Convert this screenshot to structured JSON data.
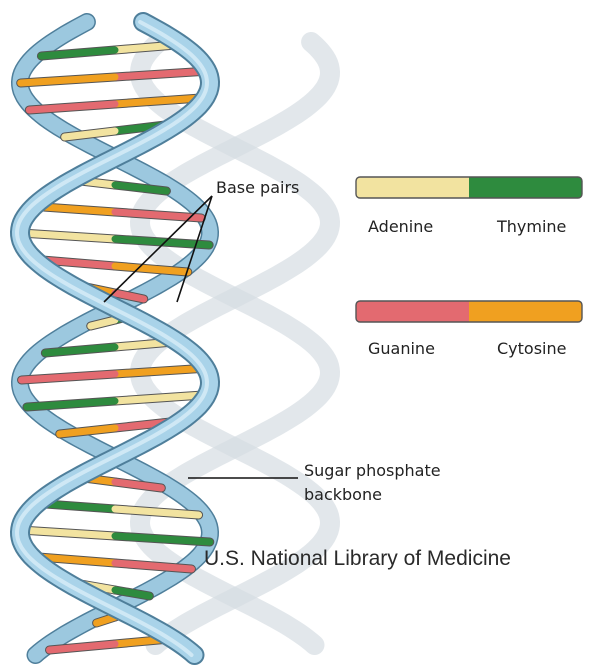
{
  "labels": {
    "base_pairs": "Base pairs",
    "adenine": "Adenine",
    "thymine": "Thymine",
    "guanine": "Guanine",
    "cytosine": "Cytosine",
    "backbone_line1": "Sugar phosphate",
    "backbone_line2": "backbone",
    "credit": "U.S. National Library of Medicine"
  },
  "colors": {
    "adenine": "#f2e3a0",
    "thymine": "#2e8b3e",
    "guanine": "#e36a70",
    "cytosine": "#f0a020",
    "backbone": "#a9d3e9",
    "backbone_edge": "#4f7f9b",
    "shadow": "#d6dde3"
  },
  "legend": [
    {
      "left": "adenine",
      "right": "thymine",
      "pair": "A-T"
    },
    {
      "left": "guanine",
      "right": "cytosine",
      "pair": "G-C"
    }
  ]
}
